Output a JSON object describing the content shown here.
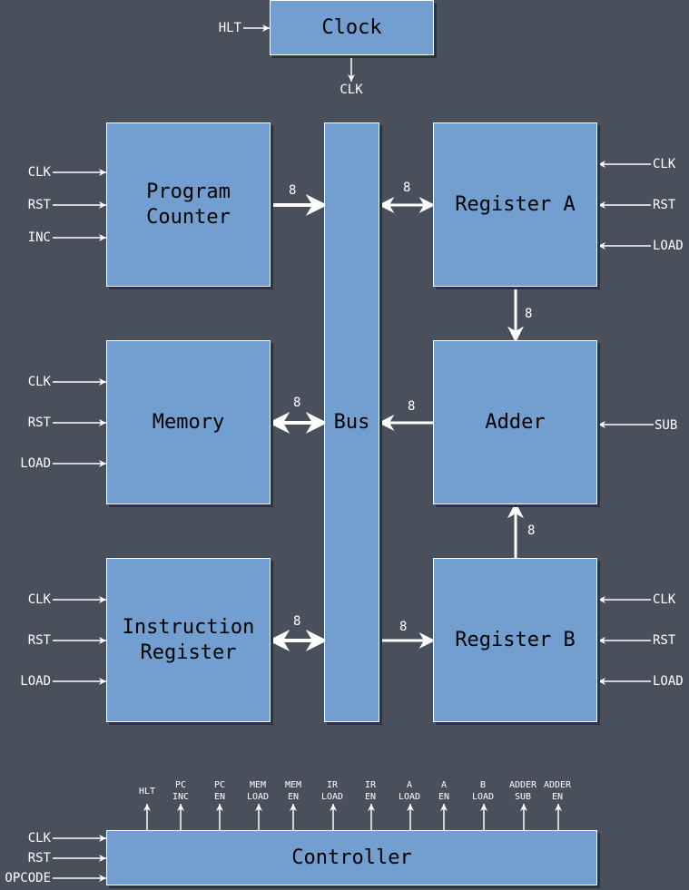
{
  "blocks": {
    "clock": "Clock",
    "program_counter": "Program\nCounter",
    "bus": "Bus",
    "register_a": "Register A",
    "memory": "Memory",
    "adder": "Adder",
    "instruction_register": "Instruction\nRegister",
    "register_b": "Register B",
    "controller": "Controller"
  },
  "signals": {
    "clock_in": "HLT",
    "clock_out": "CLK",
    "program_counter": [
      "CLK",
      "RST",
      "INC"
    ],
    "memory": [
      "CLK",
      "RST",
      "LOAD"
    ],
    "instruction_register": [
      "CLK",
      "RST",
      "LOAD"
    ],
    "register_a": [
      "CLK",
      "RST",
      "LOAD"
    ],
    "adder": [
      "SUB"
    ],
    "register_b": [
      "CLK",
      "RST",
      "LOAD"
    ],
    "controller_in": [
      "CLK",
      "RST",
      "OPCODE"
    ],
    "controller_out": [
      "HLT",
      "PC\nINC",
      "PC\nEN",
      "MEM\nLOAD",
      "MEM\nEN",
      "IR\nLOAD",
      "IR\nEN",
      "A\nLOAD",
      "A\nEN",
      "B\nLOAD",
      "ADDER\nSUB",
      "ADDER\nEN"
    ]
  },
  "bus_widths": {
    "pc_to_bus": "8",
    "bus_register_a": "8",
    "memory_bus": "8",
    "adder_to_bus": "8",
    "ir_bus": "8",
    "bus_to_register_b": "8",
    "register_a_to_adder": "8",
    "register_b_to_adder": "8"
  },
  "colors": {
    "background": "#4a4f5c",
    "block_fill": "#729fcf",
    "block_border": "#ffffff",
    "wire": "#ffffff"
  }
}
